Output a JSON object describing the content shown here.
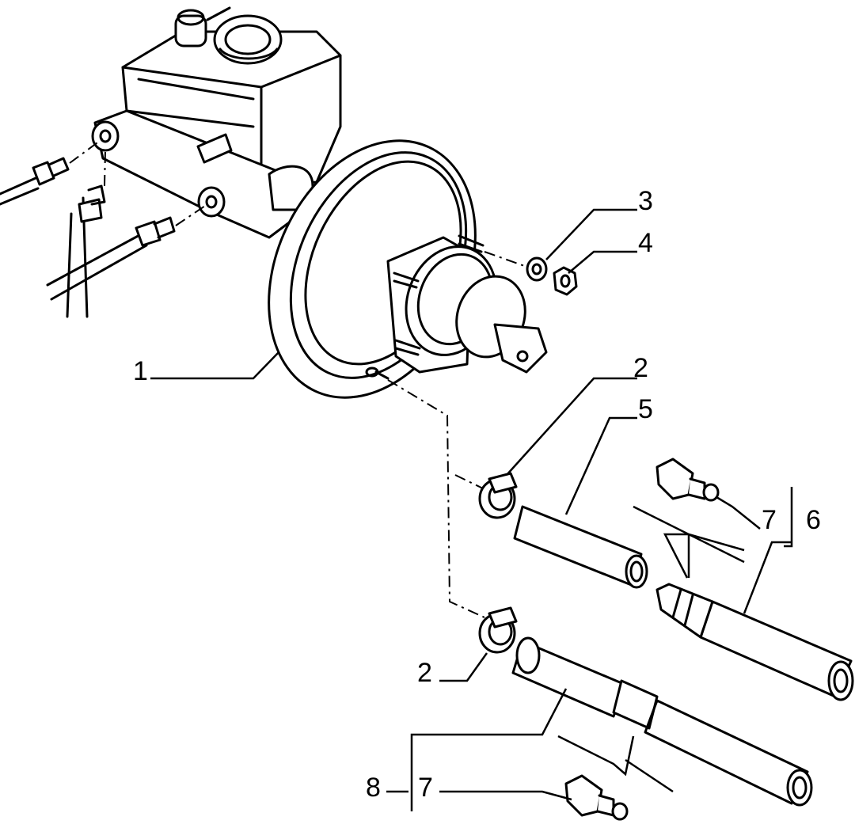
{
  "callouts": [
    {
      "id": "c1",
      "text": "1"
    },
    {
      "id": "c2a",
      "text": "2"
    },
    {
      "id": "c2b",
      "text": "2"
    },
    {
      "id": "c3",
      "text": "3"
    },
    {
      "id": "c4",
      "text": "4"
    },
    {
      "id": "c5",
      "text": "5"
    },
    {
      "id": "c6",
      "text": "6"
    },
    {
      "id": "c7a",
      "text": "7"
    },
    {
      "id": "c7b",
      "text": "7"
    },
    {
      "id": "c8",
      "text": "8"
    }
  ]
}
